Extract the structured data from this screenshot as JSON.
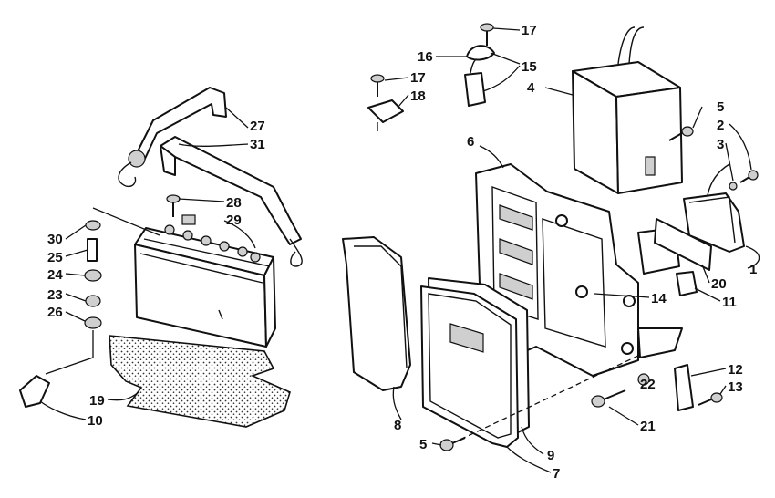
{
  "callouts": [
    {
      "id": "c1",
      "text": "1"
    },
    {
      "id": "c2",
      "text": "2"
    },
    {
      "id": "c3",
      "text": "3"
    },
    {
      "id": "c4",
      "text": "4"
    },
    {
      "id": "c5a",
      "text": "5"
    },
    {
      "id": "c5b",
      "text": "5"
    },
    {
      "id": "c6",
      "text": "6"
    },
    {
      "id": "c7",
      "text": "7"
    },
    {
      "id": "c8",
      "text": "8"
    },
    {
      "id": "c9",
      "text": "9"
    },
    {
      "id": "c10",
      "text": "10"
    },
    {
      "id": "c11",
      "text": "11"
    },
    {
      "id": "c12",
      "text": "12"
    },
    {
      "id": "c13",
      "text": "13"
    },
    {
      "id": "c14",
      "text": "14"
    },
    {
      "id": "c15",
      "text": "15"
    },
    {
      "id": "c16",
      "text": "16"
    },
    {
      "id": "c17a",
      "text": "17"
    },
    {
      "id": "c17b",
      "text": "17"
    },
    {
      "id": "c18",
      "text": "18"
    },
    {
      "id": "c19",
      "text": "19"
    },
    {
      "id": "c20",
      "text": "20"
    },
    {
      "id": "c21",
      "text": "21"
    },
    {
      "id": "c22",
      "text": "22"
    },
    {
      "id": "c23",
      "text": "23"
    },
    {
      "id": "c24",
      "text": "24"
    },
    {
      "id": "c25",
      "text": "25"
    },
    {
      "id": "c26",
      "text": "26"
    },
    {
      "id": "c27",
      "text": "27"
    },
    {
      "id": "c28",
      "text": "28"
    },
    {
      "id": "c29",
      "text": "29"
    },
    {
      "id": "c30",
      "text": "30"
    },
    {
      "id": "c31",
      "text": "31"
    }
  ]
}
